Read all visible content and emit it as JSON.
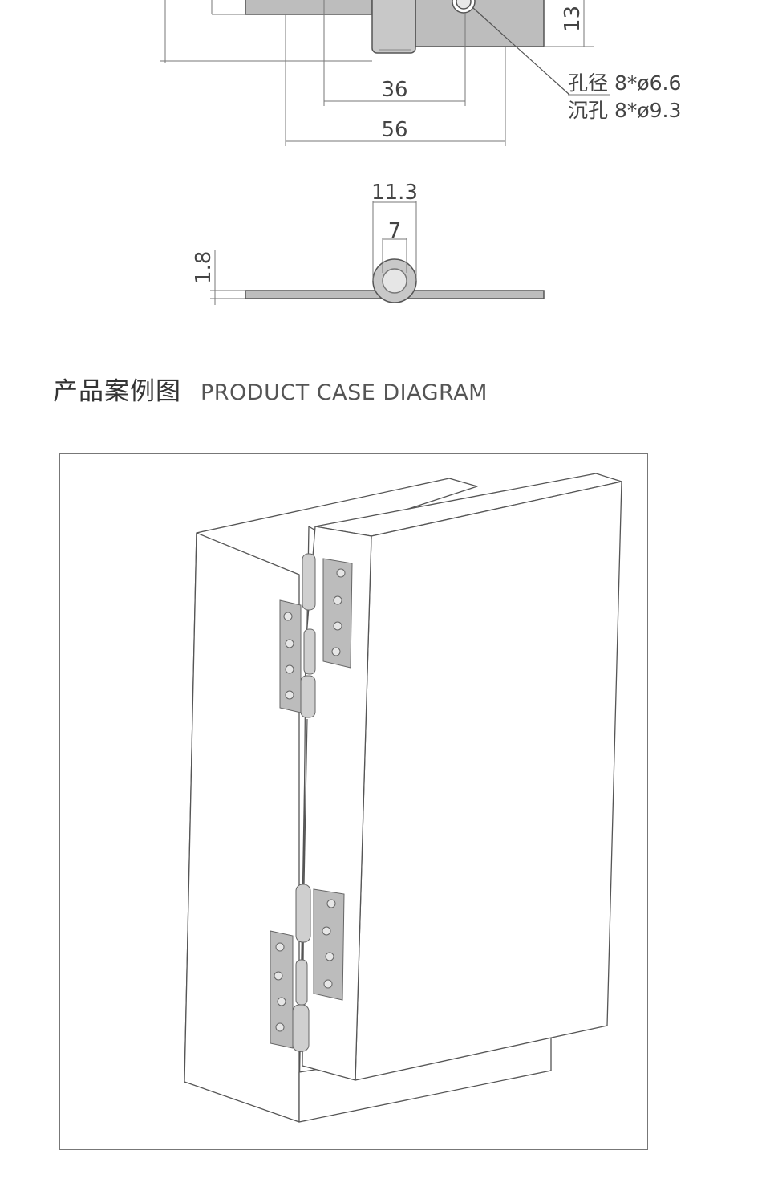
{
  "dimensions": {
    "height_right": "13",
    "hole_pitch": "36",
    "leaf_width": "56",
    "knuckle_outer": "11.3",
    "pin_diameter": "7",
    "thickness": "1.8"
  },
  "hole_note": {
    "line1": "孔径 8*ø6.6",
    "line2": "沉孔 8*ø9.3"
  },
  "section": {
    "title_cn": "产品案例图",
    "title_en": "PRODUCT CASE DIAGRAM"
  },
  "colors": {
    "line": "#555555",
    "leaf_fill": "#bdbdbd",
    "pin_fill": "#c8c8c8",
    "frame": "#777777"
  }
}
